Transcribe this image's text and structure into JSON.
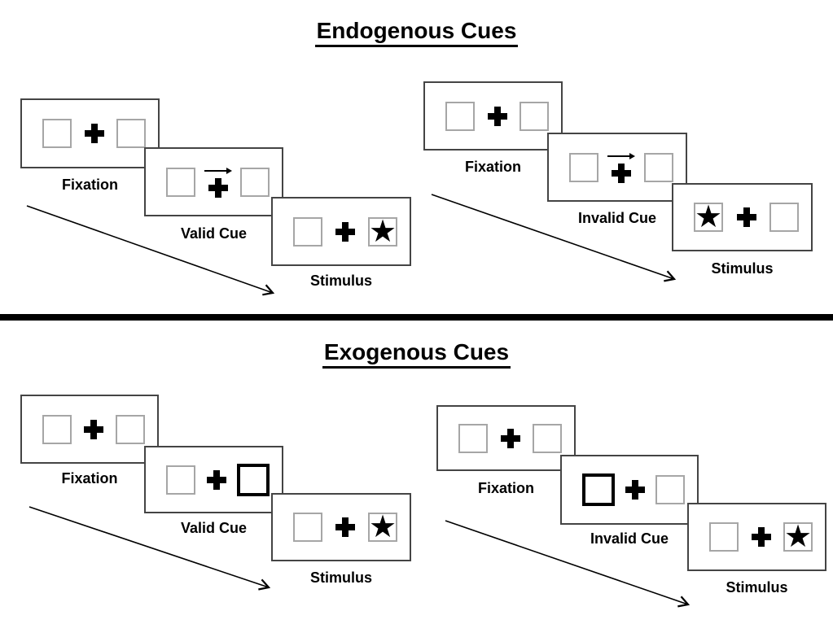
{
  "figure": "Posner spatial cueing task diagram",
  "colors": {
    "background": "#ffffff",
    "panel_border": "#444444",
    "placeholder_box_border": "#a6a6a6",
    "highlight_box_border": "#000000",
    "ink": "#000000",
    "divider": "#000000"
  },
  "glyphs": {
    "star": "★",
    "cue_arrow_direction": "right"
  },
  "sections": [
    {
      "title": "Endogenous Cues",
      "groups": [
        {
          "name": "valid",
          "panels": [
            {
              "label": "Fixation",
              "left_box": "empty",
              "center": "plus",
              "right_box": "empty"
            },
            {
              "label": "Valid Cue",
              "left_box": "empty",
              "center": "right-arrow-over-plus",
              "right_box": "empty",
              "cue_direction": "right"
            },
            {
              "label": "Stimulus",
              "left_box": "empty",
              "center": "plus",
              "right_box": "star",
              "star_side": "right"
            }
          ]
        },
        {
          "name": "invalid",
          "panels": [
            {
              "label": "Fixation",
              "left_box": "empty",
              "center": "plus",
              "right_box": "empty"
            },
            {
              "label": "Invalid Cue",
              "left_box": "empty",
              "center": "right-arrow-over-plus",
              "right_box": "empty",
              "cue_direction": "right"
            },
            {
              "label": "Stimulus",
              "left_box": "star",
              "center": "plus",
              "right_box": "empty",
              "star_side": "left"
            }
          ]
        }
      ]
    },
    {
      "title": "Exogenous Cues",
      "groups": [
        {
          "name": "valid",
          "panels": [
            {
              "label": "Fixation",
              "left_box": "empty",
              "center": "plus",
              "right_box": "empty"
            },
            {
              "label": "Valid Cue",
              "left_box": "empty",
              "center": "plus",
              "right_box": "highlighted",
              "highlight_side": "right"
            },
            {
              "label": "Stimulus",
              "left_box": "empty",
              "center": "plus",
              "right_box": "star",
              "star_side": "right"
            }
          ]
        },
        {
          "name": "invalid",
          "panels": [
            {
              "label": "Fixation",
              "left_box": "empty",
              "center": "plus",
              "right_box": "empty"
            },
            {
              "label": "Invalid Cue",
              "left_box": "highlighted",
              "center": "plus",
              "right_box": "empty",
              "highlight_side": "left"
            },
            {
              "label": "Stimulus",
              "left_box": "empty",
              "center": "plus",
              "right_box": "star",
              "star_side": "right"
            }
          ]
        }
      ]
    }
  ]
}
